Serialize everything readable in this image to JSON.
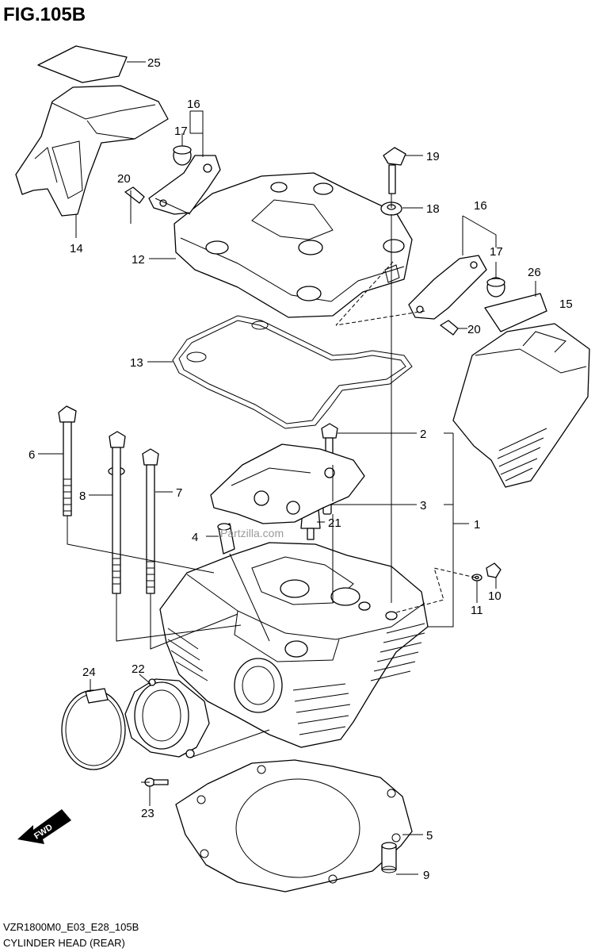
{
  "figure_title": "FIG.105B",
  "footer": {
    "code": "VZR1800M0_E03_E28_105B",
    "caption": "CYLINDER HEAD (REAR)"
  },
  "watermark": "Partzilla.com",
  "direction_label": "FWD",
  "callouts": {
    "c1": "1",
    "c2": "2",
    "c3": "3",
    "c4": "4",
    "c5": "5",
    "c6": "6",
    "c7": "7",
    "c8": "8",
    "c9": "9",
    "c10": "10",
    "c11": "11",
    "c12": "12",
    "c13": "13",
    "c14": "14",
    "c15": "15",
    "c16a": "16",
    "c16b": "16",
    "c17a": "17",
    "c17b": "17",
    "c18": "18",
    "c19": "19",
    "c20a": "20",
    "c20b": "20",
    "c21": "21",
    "c22": "22",
    "c23": "23",
    "c24": "24",
    "c25": "25",
    "c26": "26"
  }
}
